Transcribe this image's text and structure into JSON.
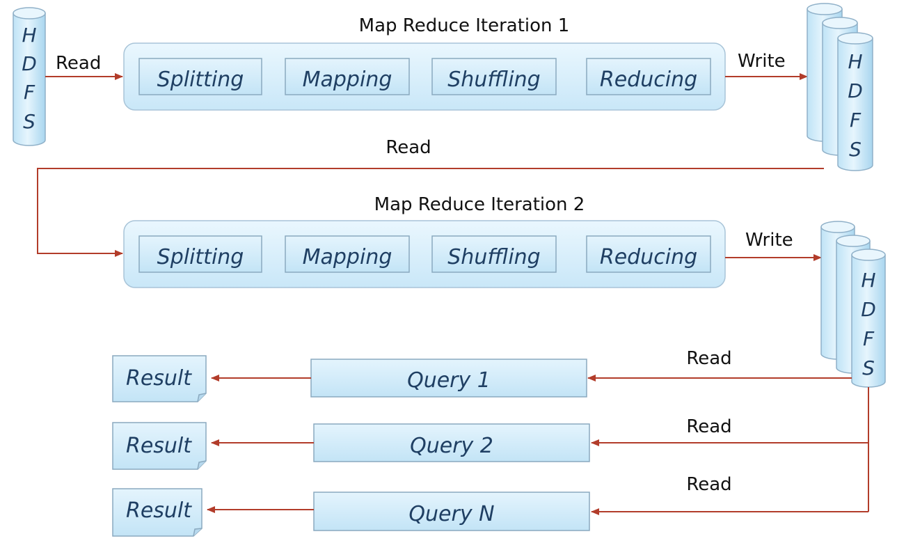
{
  "storage": {
    "label_lines": [
      "H",
      "D",
      "F",
      "S"
    ]
  },
  "iterations": [
    {
      "title": "Map Reduce Iteration 1",
      "read_label": "Read",
      "write_label": "Write",
      "steps": [
        "Splitting",
        "Mapping",
        "Shuffling",
        "Reducing"
      ]
    },
    {
      "title": "Map Reduce Iteration 2",
      "read_label": "Read",
      "write_label": "Write",
      "steps": [
        "Splitting",
        "Mapping",
        "Shuffling",
        "Reducing"
      ]
    }
  ],
  "queries": [
    {
      "label": "Query 1",
      "read_label": "Read",
      "result_label": "Result"
    },
    {
      "label": "Query 2",
      "read_label": "Read",
      "result_label": "Result"
    },
    {
      "label": "Query N",
      "read_label": "Read",
      "result_label": "Result"
    }
  ],
  "colors": {
    "arrow": "#b23c2a",
    "box_text": "#1f3f63",
    "box_fill": "#d8eefb"
  }
}
